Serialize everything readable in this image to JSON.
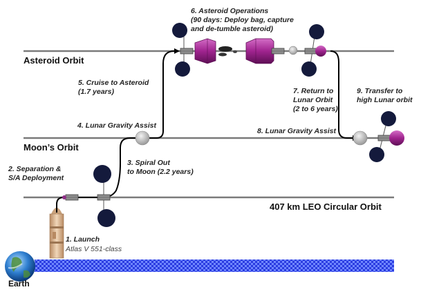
{
  "orbits": {
    "asteroid": "Asteroid Orbit",
    "moon": "Moon’s Orbit",
    "leo": "407 km LEO Circular Orbit",
    "earth": "Earth"
  },
  "steps": {
    "launch": [
      "1. Launch"
    ],
    "launch_sub": "Atlas V 551-class",
    "separation": [
      "2. Separation &",
      "S/A Deployment"
    ],
    "spiral": [
      "3. Spiral Out",
      "to Moon (2.2 years)"
    ],
    "gravity1": [
      "4. Lunar Gravity Assist"
    ],
    "cruise": [
      "5. Cruise to Asteroid",
      "(1.7 years)"
    ],
    "operations": [
      "6. Asteroid Operations",
      "(90 days: Deploy bag, capture",
      "and de-tumble asteroid)"
    ],
    "return": [
      "7. Return to",
      "Lunar Orbit",
      "(2 to 6 years)"
    ],
    "gravity2": [
      "8. Lunar Gravity Assist"
    ],
    "transfer": [
      "9. Transfer to",
      "high Lunar orbit"
    ]
  },
  "colors": {
    "orbit_line": "#7a7a7a",
    "trajectory": "#000000",
    "ground": "#1f2fd6",
    "solar_array": "#141a3c",
    "capture_bag": "#a0248f",
    "moon": "#bdbdbd",
    "rocket": "#d9b896"
  },
  "icons": {
    "earth": "earth-globe-icon",
    "moon": "moon-icon",
    "rocket": "launch-vehicle-icon",
    "spacecraft": "spacecraft-icon",
    "asteroid": "asteroid-icon"
  }
}
